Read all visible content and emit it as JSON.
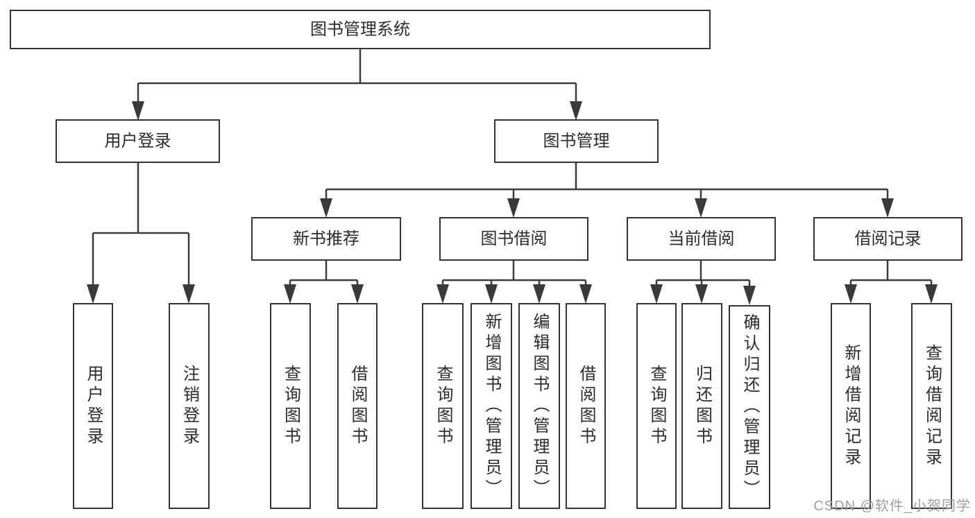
{
  "diagram": {
    "root": {
      "label": "图书管理系统"
    },
    "branches": [
      {
        "label": "用户登录",
        "children": [
          {
            "label": "用户登录"
          },
          {
            "label": "注销登录"
          }
        ]
      },
      {
        "label": "图书管理",
        "sections": [
          {
            "label": "新书推荐",
            "children": [
              {
                "label": "查询图书"
              },
              {
                "label": "借阅图书"
              }
            ]
          },
          {
            "label": "图书借阅",
            "children": [
              {
                "label": "查询图书"
              },
              {
                "label": "新增图书（管理员）"
              },
              {
                "label": "编辑图书（管理员）"
              },
              {
                "label": "借阅图书"
              }
            ]
          },
          {
            "label": "当前借阅",
            "children": [
              {
                "label": "查询图书"
              },
              {
                "label": "归还图书"
              },
              {
                "label": "确认归还（管理员）"
              }
            ]
          },
          {
            "label": "借阅记录",
            "children": [
              {
                "label": "新增借阅记录"
              },
              {
                "label": "查询借阅记录"
              }
            ]
          }
        ]
      }
    ]
  },
  "watermark": {
    "text": "CSDN @软件_小贺同学",
    "color": "#9e9e9e"
  },
  "colors": {
    "line": "#3a3a3a",
    "box_border": "#333333",
    "text": "#2b2b2b",
    "background": "#ffffff"
  }
}
